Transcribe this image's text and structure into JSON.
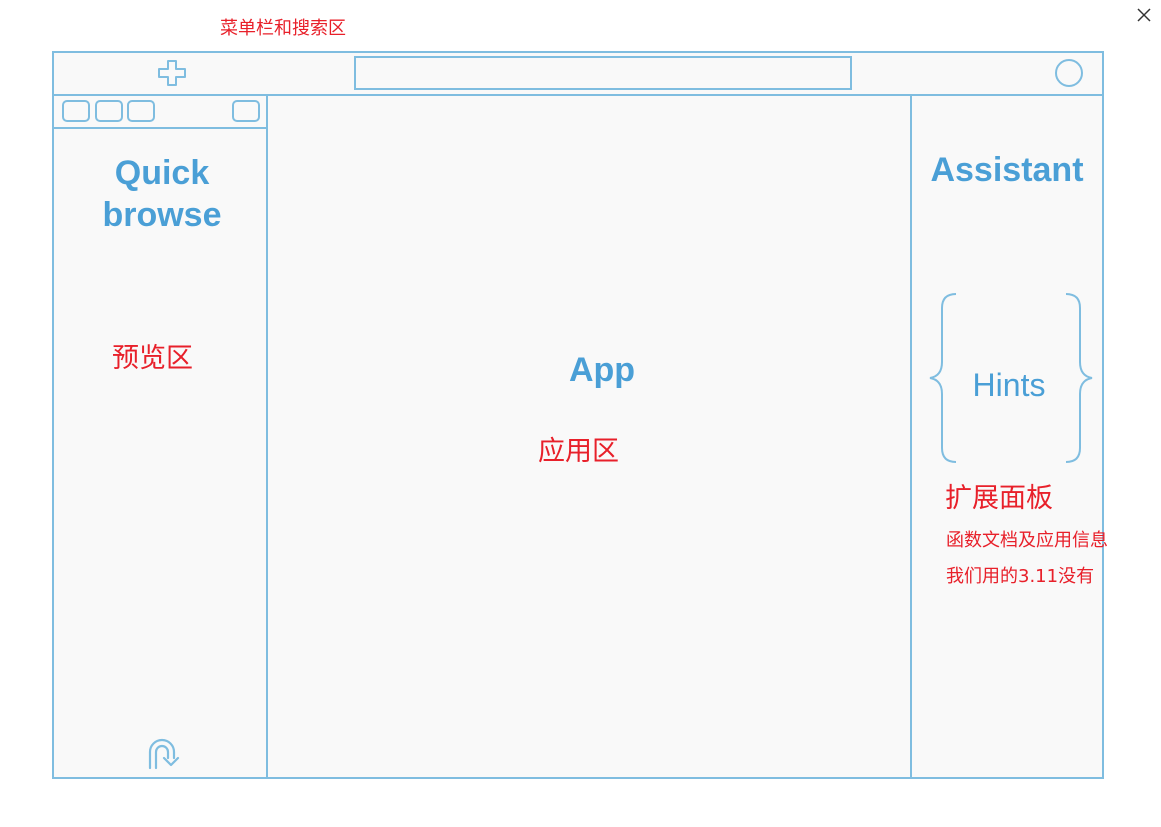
{
  "annotations": {
    "menu_search": "菜单栏和搜索区",
    "preview": "预览区",
    "app_area": "应用区",
    "extension_panel": "扩展面板",
    "doc_info": "函数文档及应用信息",
    "version_note": "我们用的3.11没有"
  },
  "wireframe": {
    "quick_browse_line1": "Quick",
    "quick_browse_line2": "browse",
    "app": "App",
    "assistant": "Assistant",
    "hints": "Hints"
  },
  "icons": {
    "close": "close-icon",
    "add": "plus-icon",
    "user": "circle-icon",
    "refresh": "refresh-icon"
  },
  "colors": {
    "wire": "#7fbde0",
    "wire_text": "#4a9fd6",
    "annotation": "#e8202a",
    "panel_bg": "#f9f9f9"
  }
}
